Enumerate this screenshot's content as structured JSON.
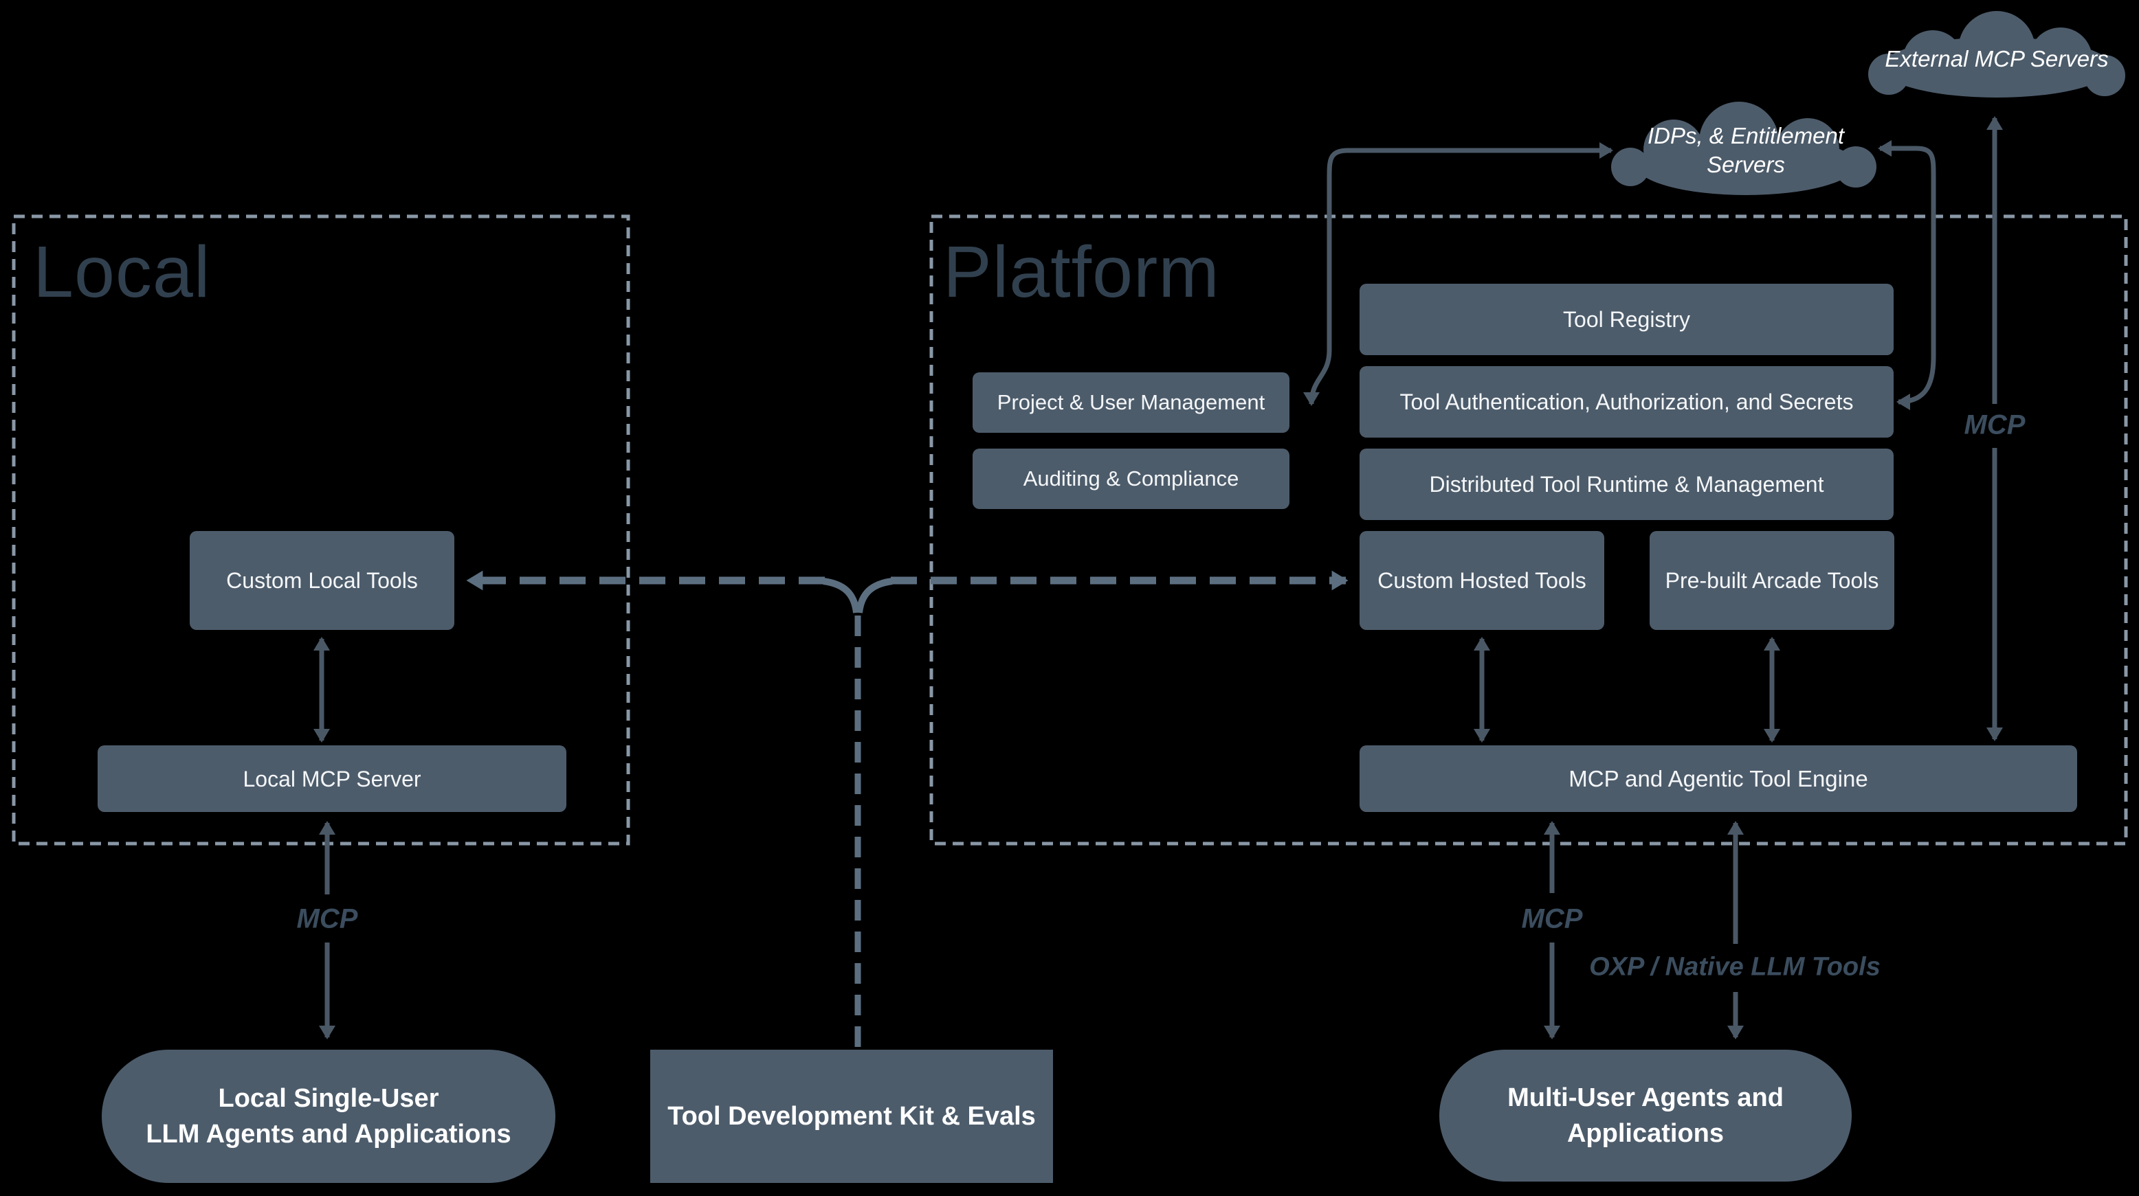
{
  "colors": {
    "background": "#000000",
    "node_fill": "#4d5c6b",
    "node_text": "#f4f6f8",
    "region_title": "#31404e",
    "protocol_label": "#3b4d5e",
    "solid_arrow": "#4a5866",
    "dashed_connector": "#5c6f80",
    "dashed_border": "#8997a6"
  },
  "clouds": {
    "external": {
      "label": "External MCP Servers"
    },
    "idps": {
      "line1": "IDPs, & Entitlement",
      "line2": "Servers"
    }
  },
  "local": {
    "title": "Local",
    "boxes": {
      "custom_local_tools": "Custom Local Tools",
      "local_mcp_server": "Local MCP Server"
    }
  },
  "platform": {
    "title": "Platform",
    "boxes": {
      "tool_registry": "Tool Registry",
      "project_user_mgmt": "Project & User Management",
      "tool_auth": "Tool Authentication, Authorization, and Secrets",
      "auditing": "Auditing & Compliance",
      "distributed_runtime": "Distributed Tool Runtime & Management",
      "custom_hosted_tools": "Custom Hosted Tools",
      "prebuilt_arcade_tools": "Pre-built Arcade Tools",
      "engine": "MCP and Agentic Tool Engine"
    }
  },
  "bottom": {
    "local_agents_line1": "Local Single-User",
    "local_agents_line2": "LLM Agents and Applications",
    "tdk": "Tool Development Kit & Evals",
    "multi_user_line1": "Multi-User Agents and",
    "multi_user_line2": "Applications"
  },
  "labels": {
    "mcp_local": "MCP",
    "mcp_platform": "MCP",
    "mcp_external": "MCP",
    "oxp": "OXP / Native LLM Tools"
  }
}
